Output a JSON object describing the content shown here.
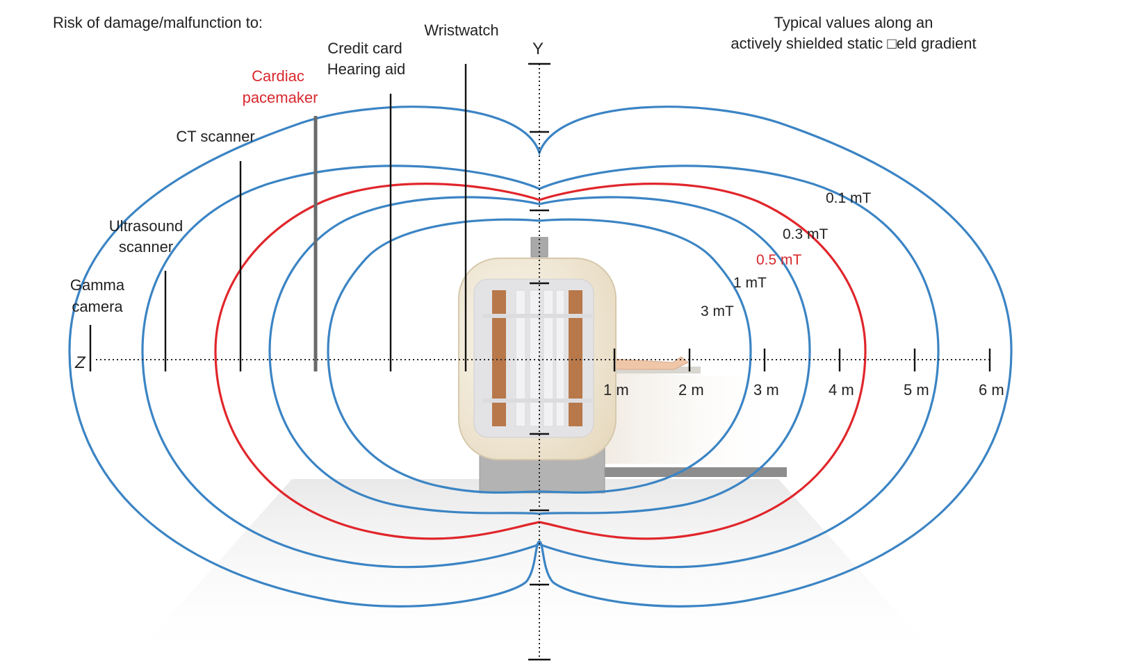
{
  "header": {
    "risk_title": "Risk of damage/malfunction to:",
    "typical_line1": "Typical values along an",
    "typical_line2": "actively shielded static □eld gradient"
  },
  "axes": {
    "z_label": "Z",
    "y_label": "Y",
    "distance_ticks": [
      "1 m",
      "2 m",
      "3 m",
      "4 m",
      "5 m",
      "6 m"
    ]
  },
  "devices": [
    {
      "line1": "Gamma",
      "line2": "camera",
      "color": "#222222"
    },
    {
      "line1": "Ultrasound",
      "line2": "scanner",
      "color": "#222222"
    },
    {
      "line1": "CT scanner",
      "line2": "",
      "color": "#222222"
    },
    {
      "line1": "Cardiac",
      "line2": "pacemaker",
      "color": "#d8282e"
    },
    {
      "line1": "Credit card",
      "line2": "Hearing aid",
      "color": "#222222"
    },
    {
      "line1": "Wristwatch",
      "line2": "",
      "color": "#222222"
    }
  ],
  "contours": [
    {
      "label": "0.1 mT",
      "color": "#3b84c4"
    },
    {
      "label": "0.3 mT",
      "color": "#3b84c4"
    },
    {
      "label": "0.5 mT",
      "color": "#e0262b"
    },
    {
      "label": "1 mT",
      "color": "#3b84c4"
    },
    {
      "label": "3 mT",
      "color": "#3b84c4"
    }
  ],
  "colors": {
    "field_line": "#3b84c4",
    "pacemaker_line": "#e0262b",
    "coil": "#b8784a",
    "magnet_housing": "#f3ecdf"
  }
}
